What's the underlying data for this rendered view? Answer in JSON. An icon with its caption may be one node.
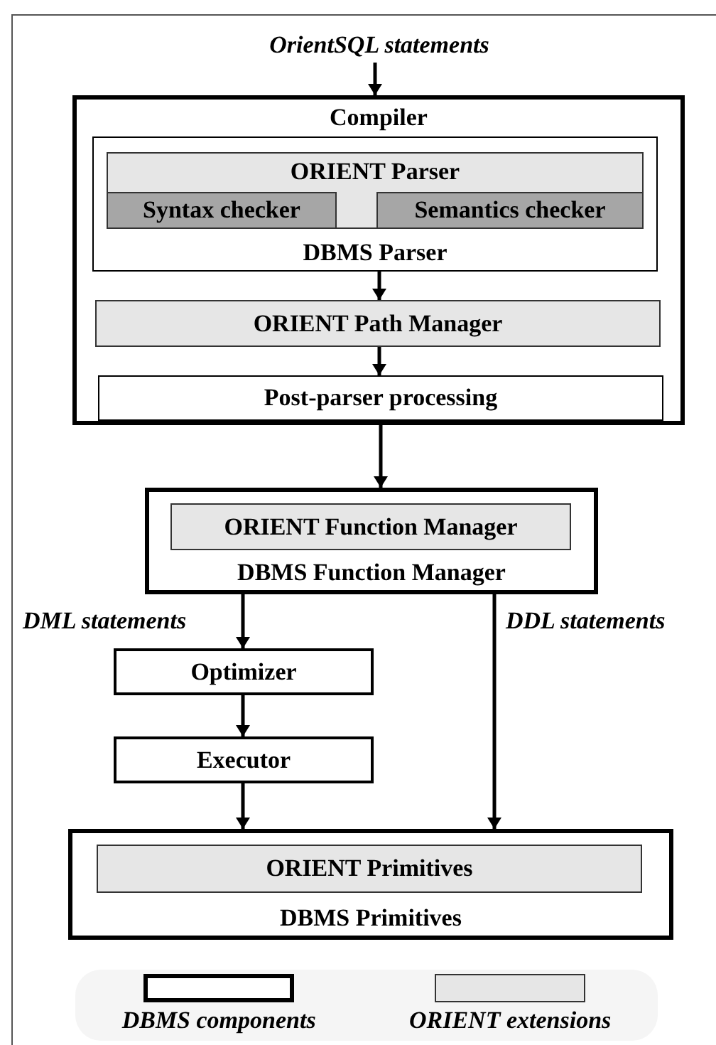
{
  "diagram": {
    "nodes": [
      {
        "text": [
          "OrientSQL statements"
        ]
      },
      {
        "text": [
          "Compiler"
        ]
      },
      {
        "text": [
          "DBMS Parser"
        ],
        "in": 1
      },
      {
        "text": [
          "ORIENT Parser"
        ],
        "in": 2
      },
      {
        "text": [
          "Syntax checker"
        ],
        "in": 3
      },
      {
        "text": [
          "Semantics checker"
        ],
        "in": 3
      },
      {
        "text": [
          "ORIENT Path Manager"
        ],
        "in": 1
      },
      {
        "text": [
          "Post-parser processing"
        ],
        "in": 1
      },
      {
        "text": [
          "DBMS Function Manager"
        ]
      },
      {
        "text": [
          "ORIENT Function Manager"
        ],
        "in": 8
      },
      {
        "text": [
          "Optimizer"
        ]
      },
      {
        "text": [
          "Executor"
        ]
      },
      {
        "text": [
          "DBMS Primitives"
        ]
      },
      {
        "text": [
          "ORIENT Primitives"
        ],
        "in": 12
      }
    ],
    "edges": [
      {
        "from": 0,
        "to": 1,
        "arrow": "to"
      },
      {
        "from": 2,
        "to": 6,
        "arrow": "to"
      },
      {
        "from": 6,
        "to": 7,
        "arrow": "to"
      },
      {
        "from": 1,
        "to": 8,
        "arrow": "to"
      },
      {
        "from": 8,
        "to": 10,
        "arrow": "to",
        "label": "DML statements"
      },
      {
        "from": 10,
        "to": 11,
        "arrow": "to"
      },
      {
        "from": 11,
        "to": 12,
        "arrow": "to"
      },
      {
        "from": 8,
        "to": 12,
        "arrow": "to",
        "label": "DDL statements"
      }
    ],
    "legend": [
      {
        "text": "DBMS components",
        "color": "#ffffff"
      },
      {
        "text": "ORIENT extensions",
        "color": "#e6e6e6"
      }
    ]
  }
}
